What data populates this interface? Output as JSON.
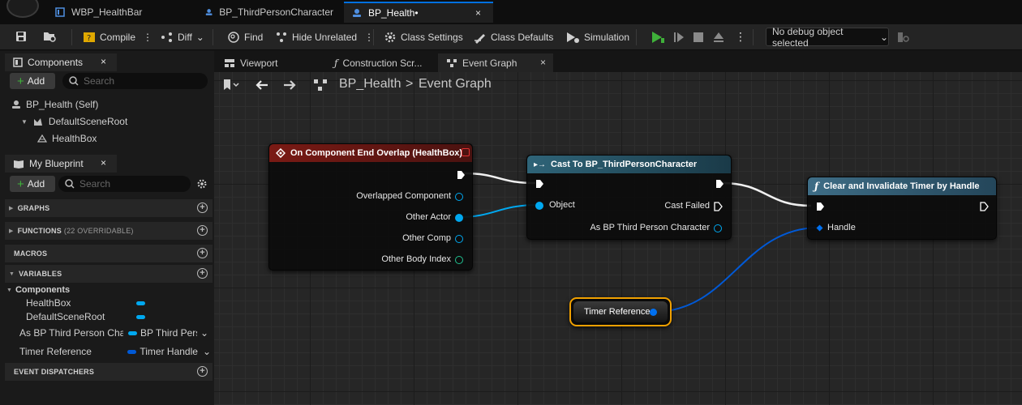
{
  "tabs": [
    {
      "label": "WBP_HealthBar",
      "active": false
    },
    {
      "label": "BP_ThirdPersonCharacter",
      "active": false
    },
    {
      "label": "BP_Health•",
      "active": true
    }
  ],
  "close_glyph": "×",
  "toolbar": {
    "compile": "Compile",
    "diff": "Diff",
    "find": "Find",
    "hide_unrelated": "Hide Unrelated",
    "class_settings": "Class Settings",
    "class_defaults": "Class Defaults",
    "simulation": "Simulation",
    "debug_object": "No debug object selected"
  },
  "components_panel": {
    "title": "Components",
    "add_label": "Add",
    "search_placeholder": "Search",
    "items": [
      "BP_Health (Self)",
      "DefaultSceneRoot",
      "HealthBox"
    ]
  },
  "my_blueprint": {
    "title": "My Blueprint",
    "add_label": "Add",
    "search_placeholder": "Search",
    "graphs": "GRAPHS",
    "functions": "FUNCTIONS",
    "functions_note": "(22 OVERRIDABLE)",
    "macros": "MACROS",
    "variables": "VARIABLES",
    "components_group": "Components",
    "component_vars": [
      "HealthBox",
      "DefaultSceneRoot"
    ],
    "vars": [
      {
        "name": "As BP Third Person Chara",
        "type": "BP Third Pers"
      },
      {
        "name": "Timer Reference",
        "type": "Timer Handle"
      }
    ],
    "event_dispatchers": "EVENT DISPATCHERS"
  },
  "editor_tabs": [
    {
      "label": "Viewport",
      "active": false
    },
    {
      "label": "Construction Scr...",
      "active": false
    },
    {
      "label": "Event Graph",
      "active": true
    }
  ],
  "breadcrumb": {
    "blueprint": "BP_Health",
    "separator": ">",
    "graph": "Event Graph"
  },
  "nodes": {
    "overlap": {
      "title": "On Component End Overlap (HealthBox)",
      "pins": [
        "Overlapped Component",
        "Other Actor",
        "Other Comp",
        "Other Body Index"
      ]
    },
    "cast": {
      "title": "Cast To BP_ThirdPersonCharacter",
      "object_pin": "Object",
      "cast_failed": "Cast Failed",
      "as_pin": "As BP Third Person Character"
    },
    "clear_timer": {
      "title": "Clear and Invalidate Timer by Handle",
      "handle_pin": "Handle"
    },
    "timer_ref": {
      "label": "Timer Reference"
    }
  },
  "colors": {
    "event_head": "#7a1a14",
    "cast_head": "#2a5a6e",
    "function_head": "#3e6d86",
    "object_pin": "#00a8f0",
    "struct_pin": "#0059d6",
    "int_pin": "#20c090",
    "selection": "#f0a000"
  }
}
